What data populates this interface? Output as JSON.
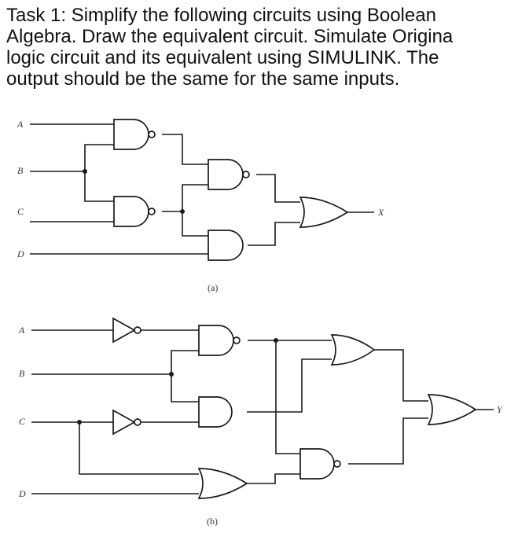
{
  "task": {
    "text": "Task 1: Simplify the following circuits using Boolean\nAlgebra. Draw the equivalent circuit. Simulate Origina\nlogic circuit and its equivalent using SIMULINK. The\noutput should be the same for the same inputs."
  },
  "circuit_a": {
    "caption": "(a)",
    "inputs": [
      "A",
      "B",
      "C",
      "D"
    ],
    "output": "X",
    "gates": [
      "nand",
      "nand",
      "nand",
      "and",
      "or"
    ]
  },
  "circuit_b": {
    "caption": "(b)",
    "inputs": [
      "A",
      "B",
      "C",
      "D"
    ],
    "output": "Y",
    "gates": [
      "not",
      "not",
      "nand",
      "and",
      "or",
      "or",
      "nand",
      "or"
    ]
  }
}
